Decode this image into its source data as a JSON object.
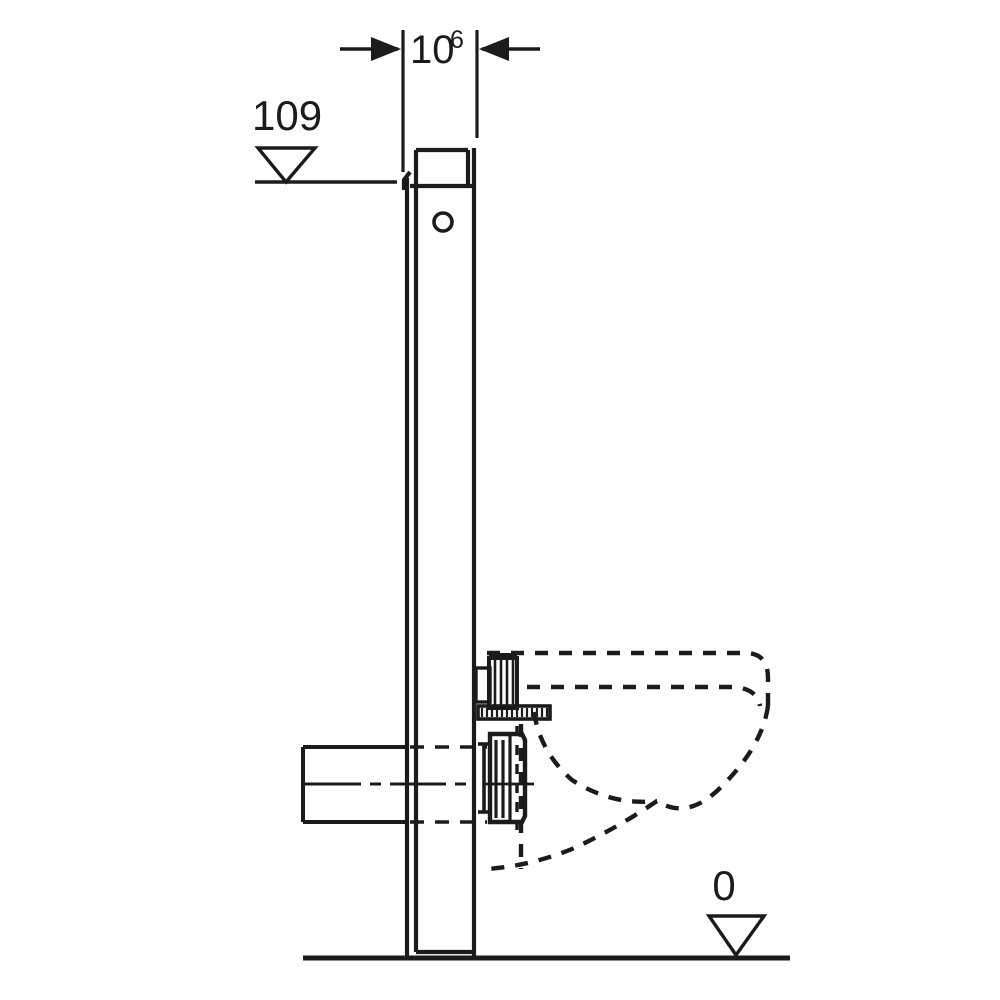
{
  "drawing": {
    "type": "technical-elevation-drawing",
    "subject": "Sanitary module with wall-hung WC (side view section)",
    "line_color": "#1b1b1b",
    "background_color": "#ffffff",
    "units": "cm"
  },
  "dimensions": {
    "width_dimension": {
      "label_main": "10",
      "label_sup": "6",
      "full_label": "10.6",
      "description": "Module depth dimension across the top with inward arrows"
    }
  },
  "levels": [
    {
      "id": "level-top",
      "label": "109",
      "description": "Top of module height level marker with downward triangle"
    },
    {
      "id": "level-floor",
      "label": "0",
      "description": "Finished floor datum level marker with downward triangle"
    }
  ],
  "components": [
    {
      "id": "module-body",
      "label": "Sanitary module panel"
    },
    {
      "id": "module-cap",
      "label": "Top cap"
    },
    {
      "id": "access-hole",
      "label": "Access hole"
    },
    {
      "id": "flush-pipe",
      "label": "Flush pipe connector"
    },
    {
      "id": "support-plate",
      "label": "Support plate"
    },
    {
      "id": "waste-outlet",
      "label": "Waste outlet connector"
    },
    {
      "id": "supply-pipe",
      "label": "Horizontal supply pipe"
    },
    {
      "id": "wc-bowl",
      "label": "Wall-hung WC bowl (hidden outline)"
    },
    {
      "id": "floor-line",
      "label": "Finished floor line"
    }
  ]
}
